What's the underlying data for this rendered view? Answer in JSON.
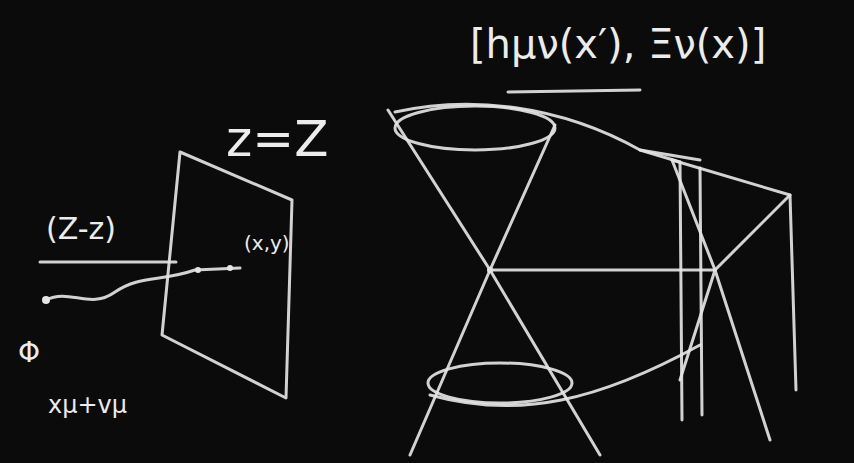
{
  "diagram": {
    "labels": [
      "[hμν(x′), Ξν(x)]",
      "z=Z",
      "(Z-z)",
      "(x,y)",
      "Φ",
      "xμ+vμ"
    ]
  }
}
